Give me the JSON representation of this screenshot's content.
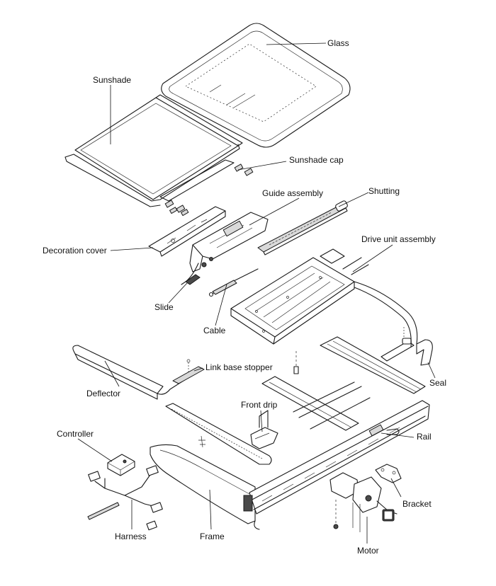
{
  "labels": {
    "glass": "Glass",
    "sunshade": "Sunshade",
    "sunshade_cap": "Sunshade cap",
    "guide_assembly": "Guide assembly",
    "shutting": "Shutting",
    "decoration_cover": "Decoration cover",
    "drive_unit_assembly": "Drive unit assembly",
    "slide": "Slide",
    "cable": "Cable",
    "link_base_stopper": "Link base stopper",
    "deflector": "Deflector",
    "seal": "Seal",
    "front_drip": "Front drip",
    "controller": "Controller",
    "rail": "Rail",
    "bracket": "Bracket",
    "harness": "Harness",
    "frame": "Frame",
    "motor": "Motor"
  }
}
